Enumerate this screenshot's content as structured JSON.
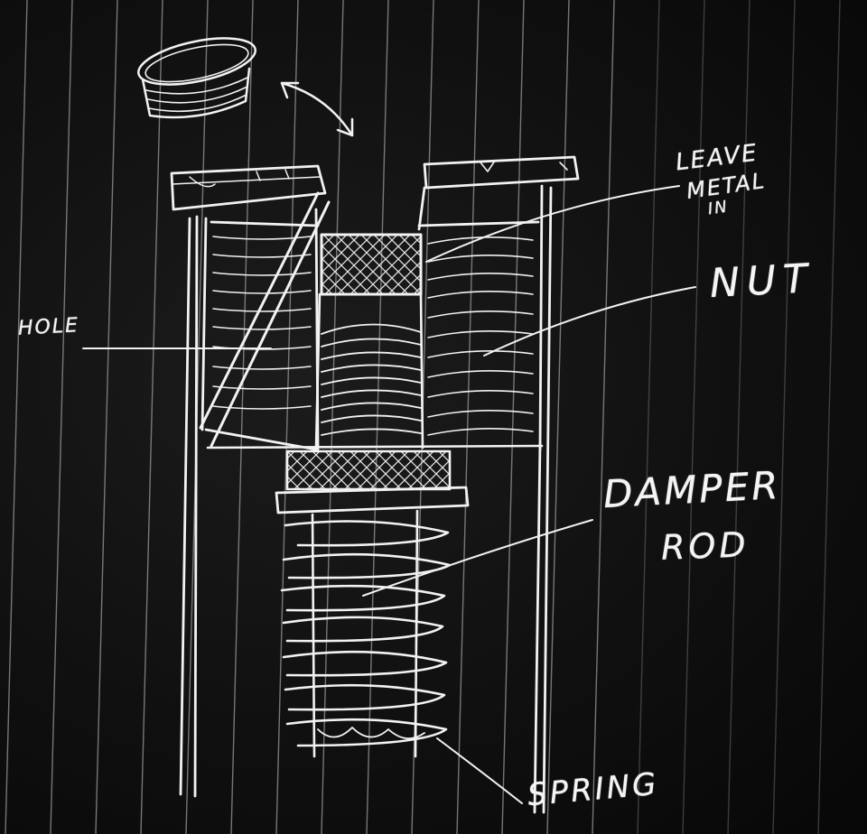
{
  "labels": {
    "leave": "LEAVE",
    "metal": "METAL",
    "in": "IN",
    "nut": "NUT",
    "hole": "HOLE",
    "damper": "DAMPER",
    "rod": "ROD",
    "spring": "SPRING"
  },
  "colors": {
    "paper": "#121212",
    "chalk": "#f2f2f2",
    "ruled_line": "#9a9a9a"
  }
}
